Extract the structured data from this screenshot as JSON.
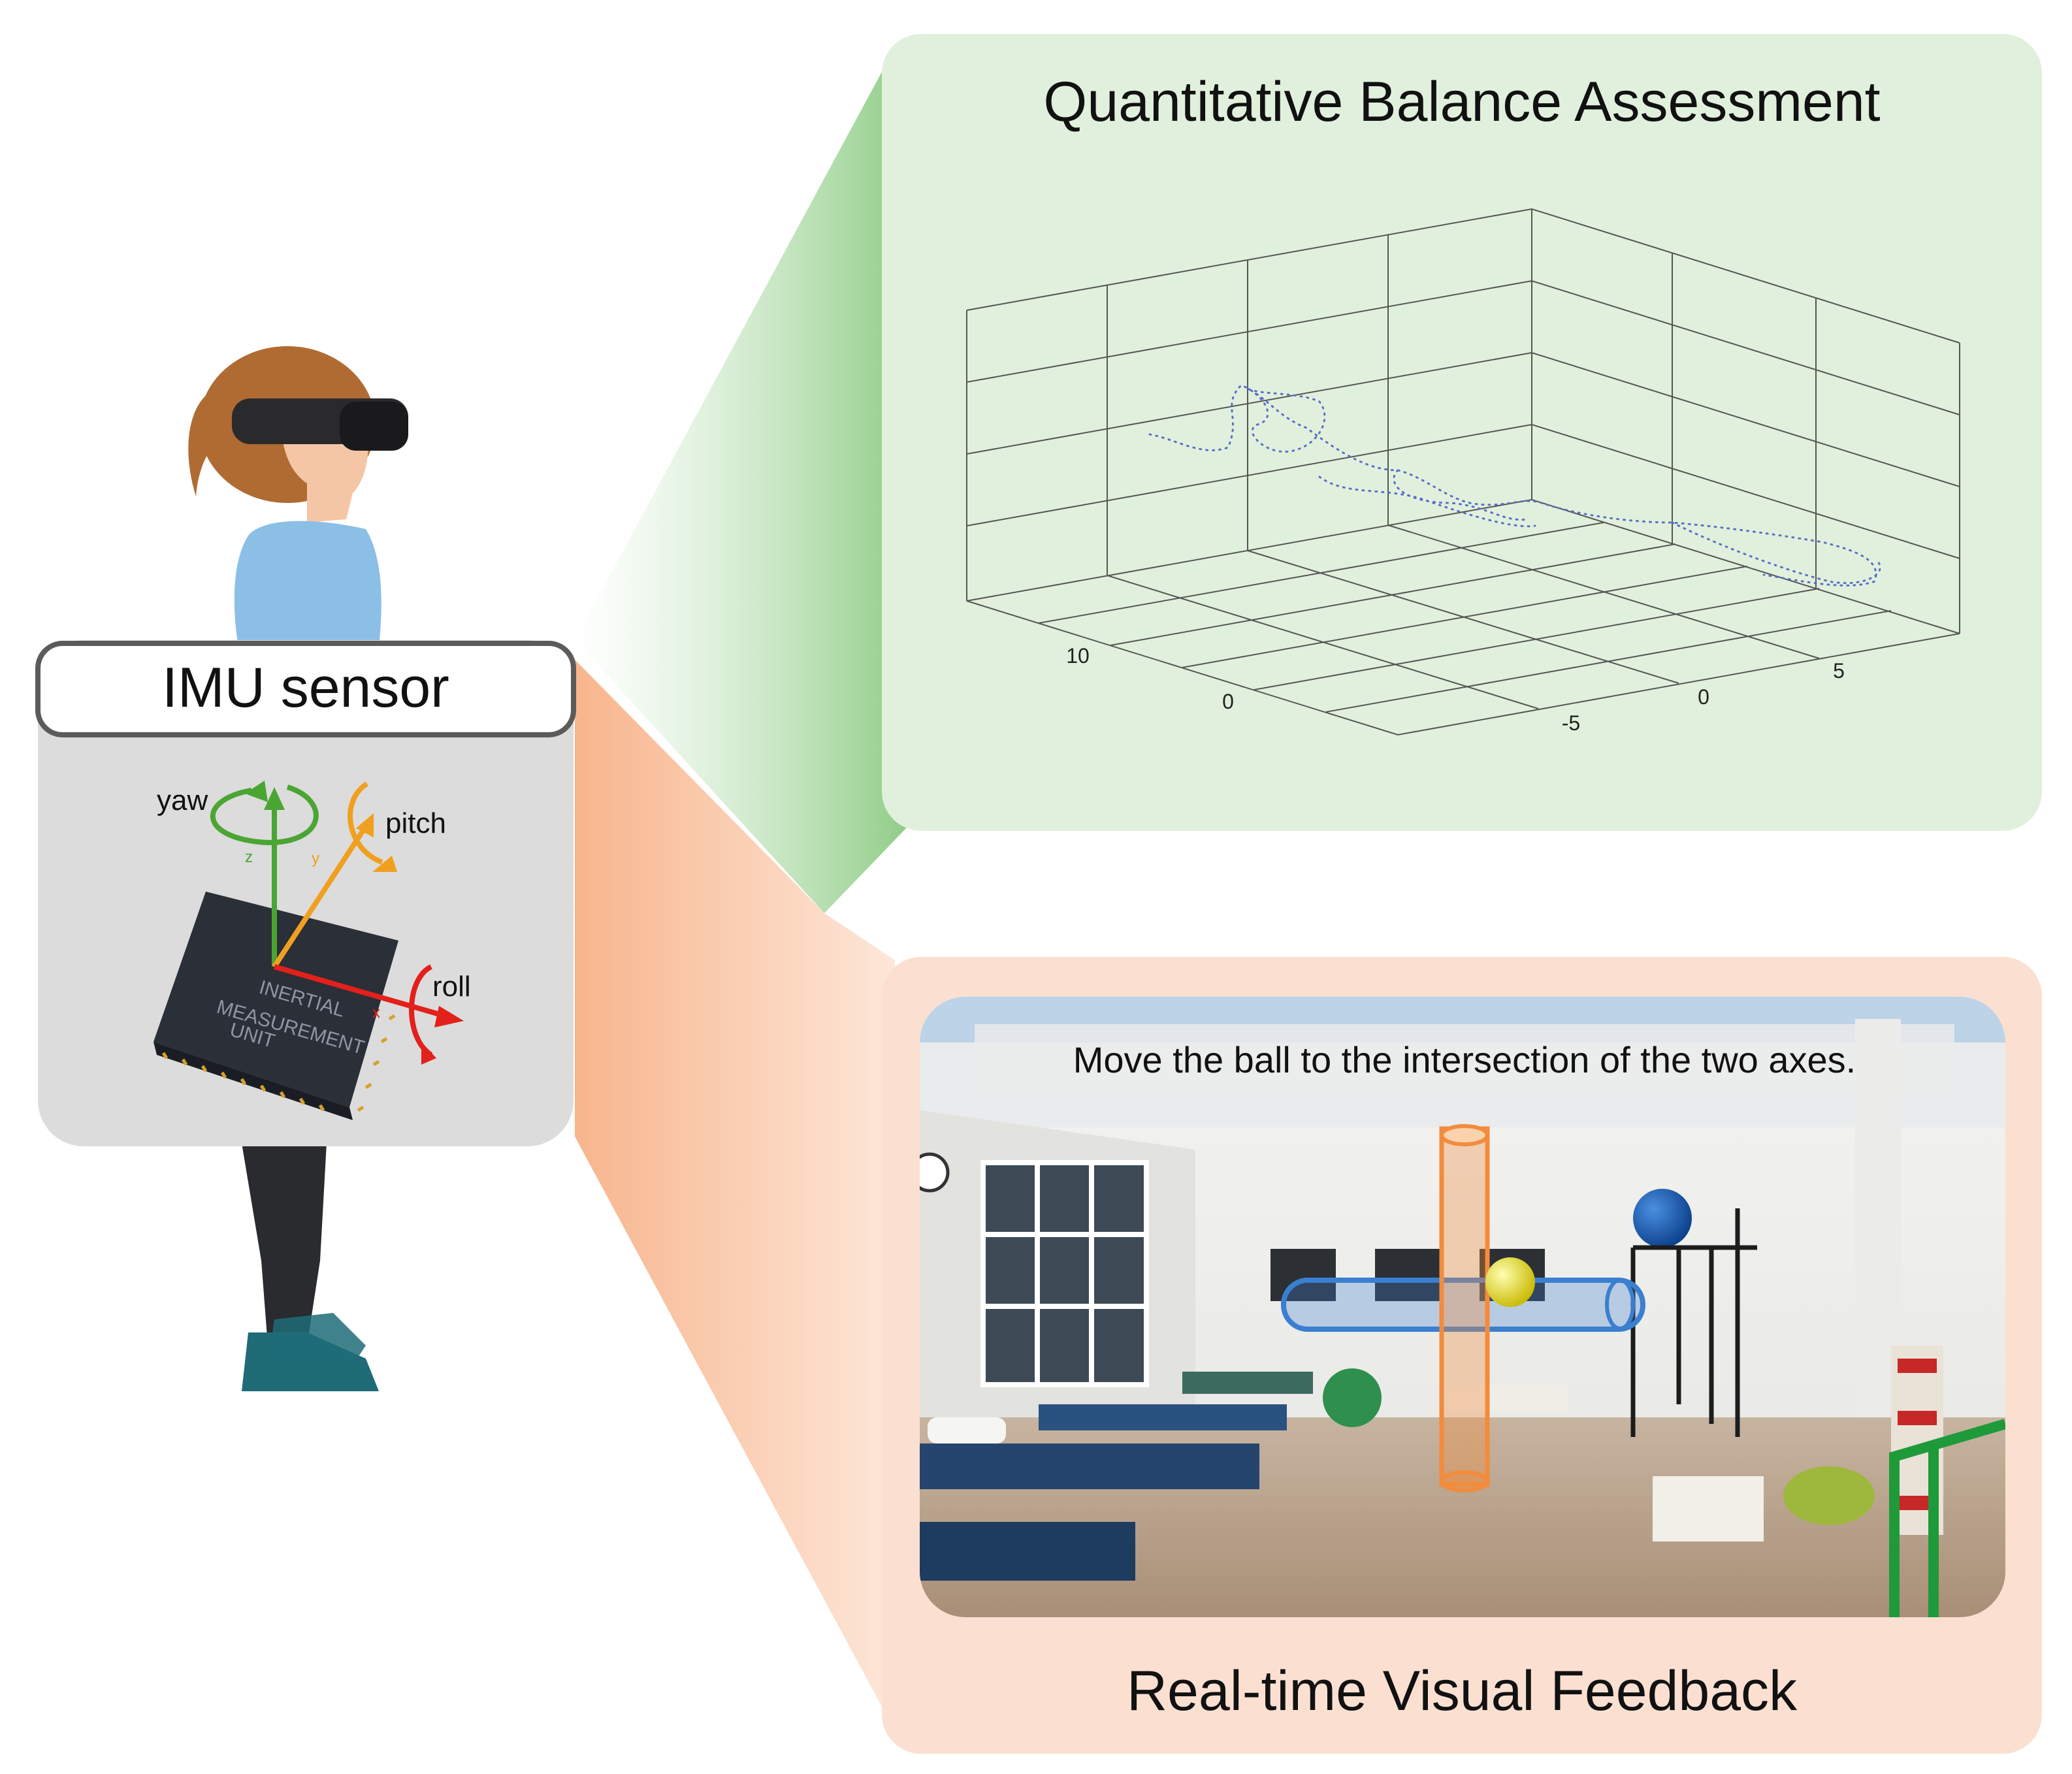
{
  "sensor": {
    "title": "IMU sensor",
    "chip_text": [
      "INERTIAL",
      "MEASUREMENT",
      "UNIT"
    ],
    "labels": {
      "yaw": "yaw",
      "pitch": "pitch",
      "roll": "roll",
      "z": "z",
      "y": "y",
      "x": "x"
    }
  },
  "assessment": {
    "title": "Quantitative Balance Assessment",
    "ticks": {
      "left_axis": [
        "10",
        "0"
      ],
      "right_axis": [
        "-5",
        "0",
        "5"
      ]
    },
    "colors": {
      "panel": "#e0f0dc",
      "trajectory": "#5a6ec8"
    }
  },
  "feedback": {
    "title": "Real-time Visual Feedback",
    "instruction": "Move the ball to the intersection of the two axes.",
    "colors": {
      "panel": "#fbe0d1",
      "vertical_axis": "#f28c3c",
      "horizontal_axis": "#3a7fd0",
      "ball": "#f4e400"
    }
  }
}
